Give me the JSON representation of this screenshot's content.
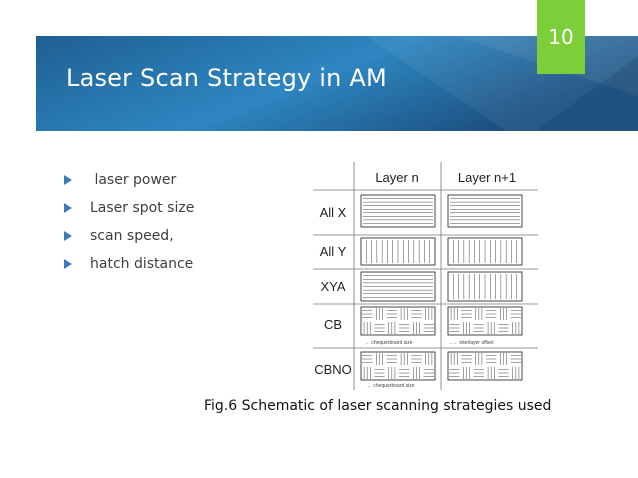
{
  "slide": {
    "title": "Laser Scan Strategy in AM",
    "page_number": "10",
    "accent_color": "#7ccf38",
    "banner_colors": [
      "#1f5f94",
      "#2e86c1",
      "#1c4f80"
    ],
    "bullet_color": "#3a7cbb"
  },
  "bullets": [
    {
      "text": " laser power"
    },
    {
      "text": "Laser spot size"
    },
    {
      "text": "scan speed,"
    },
    {
      "text": "hatch distance"
    }
  ],
  "figure": {
    "col_headers": [
      "Layer n",
      "Layer n+1"
    ],
    "rows": [
      {
        "label": "All X"
      },
      {
        "label": "All Y"
      },
      {
        "label": "XYA"
      },
      {
        "label": "CB"
      },
      {
        "label": "CBNO"
      }
    ],
    "annotations": {
      "cb_left": "← chequerboard size",
      "cb_right": "→← interlayer offset",
      "cbno_left": "← chequerboard size"
    },
    "caption": "Fig.6 Schematic of laser scanning strategies used"
  }
}
